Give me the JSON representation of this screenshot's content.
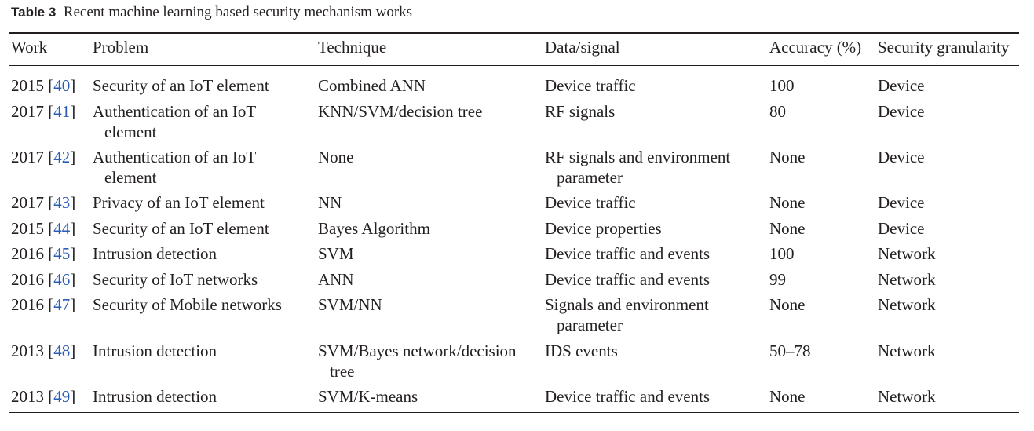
{
  "caption": {
    "label": "Table 3",
    "text": "Recent machine learning based security mechanism works"
  },
  "columns": [
    "Work",
    "Problem",
    "Technique",
    "Data/signal",
    "Accuracy (%)",
    "Security granularity"
  ],
  "rows": [
    {
      "year": "2015",
      "ref": "40",
      "problem": [
        "Security of an IoT element"
      ],
      "technique": [
        "Combined ANN"
      ],
      "data": [
        "Device traffic"
      ],
      "accuracy": "100",
      "granularity": "Device"
    },
    {
      "year": "2017",
      "ref": "41",
      "problem": [
        "Authentication of an IoT",
        "element"
      ],
      "technique": [
        "KNN/SVM/decision tree"
      ],
      "data": [
        "RF signals"
      ],
      "accuracy": "80",
      "granularity": "Device"
    },
    {
      "year": "2017",
      "ref": "42",
      "problem": [
        "Authentication of an IoT",
        "element"
      ],
      "technique": [
        "None"
      ],
      "data": [
        "RF signals and environment",
        "parameter"
      ],
      "accuracy": "None",
      "granularity": "Device"
    },
    {
      "year": "2017",
      "ref": "43",
      "problem": [
        "Privacy of an IoT element"
      ],
      "technique": [
        "NN"
      ],
      "data": [
        "Device traffic"
      ],
      "accuracy": "None",
      "granularity": "Device"
    },
    {
      "year": "2015",
      "ref": "44",
      "problem": [
        "Security of an IoT element"
      ],
      "technique": [
        "Bayes Algorithm"
      ],
      "data": [
        "Device properties"
      ],
      "accuracy": "None",
      "granularity": "Device"
    },
    {
      "year": "2016",
      "ref": "45",
      "problem": [
        "Intrusion detection"
      ],
      "technique": [
        "SVM"
      ],
      "data": [
        "Device traffic and events"
      ],
      "accuracy": "100",
      "granularity": "Network"
    },
    {
      "year": "2016",
      "ref": "46",
      "problem": [
        "Security of IoT networks"
      ],
      "technique": [
        "ANN"
      ],
      "data": [
        "Device traffic and events"
      ],
      "accuracy": "99",
      "granularity": "Network"
    },
    {
      "year": "2016",
      "ref": "47",
      "problem": [
        "Security of Mobile networks"
      ],
      "technique": [
        "SVM/NN"
      ],
      "data": [
        "Signals and environment",
        "parameter"
      ],
      "accuracy": "None",
      "granularity": "Network"
    },
    {
      "year": "2013",
      "ref": "48",
      "problem": [
        "Intrusion detection"
      ],
      "technique": [
        "SVM/Bayes network/decision",
        "tree"
      ],
      "data": [
        "IDS events"
      ],
      "accuracy": "50–78",
      "granularity": "Network"
    },
    {
      "year": "2013",
      "ref": "49",
      "problem": [
        "Intrusion detection"
      ],
      "technique": [
        "SVM/K-means"
      ],
      "data": [
        "Device traffic and events"
      ],
      "accuracy": "None",
      "granularity": "Network"
    }
  ],
  "colors": {
    "text": "#231f20",
    "reference_link": "#2b5db5",
    "rule": "#231f20"
  }
}
